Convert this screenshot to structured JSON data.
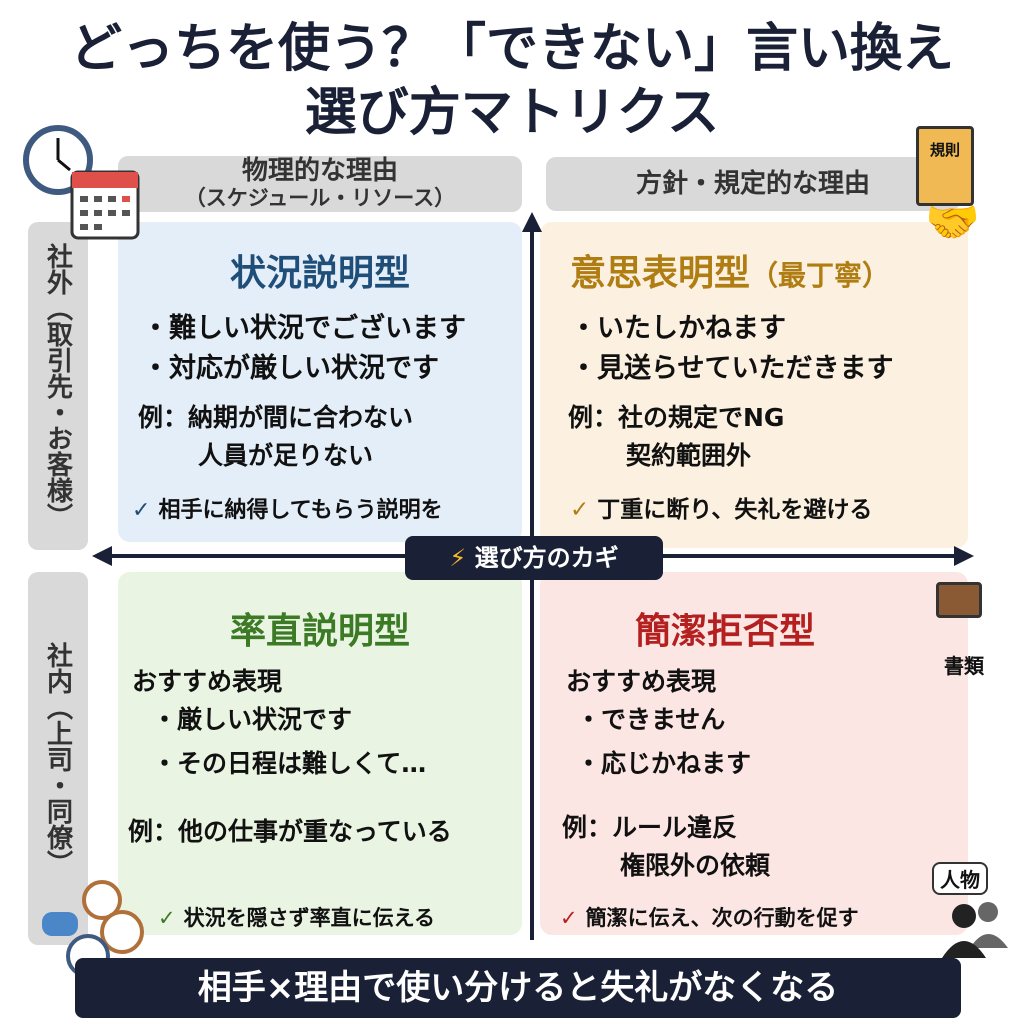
{
  "title": {
    "line1": "どっちを使う？「できない」言い換え",
    "line2": "選び方マトリクス"
  },
  "columns": {
    "physical": "物理的な理由",
    "physical_sub": "（スケジュール・リソース）",
    "policy": "方針・規定的な理由"
  },
  "rows": {
    "external": "社外（取引先・お客様）",
    "internal": "社内（上司・同僚）"
  },
  "quadrants": {
    "tl": {
      "title": "状況説明型",
      "bullets": [
        "・難しい状況でございます",
        "・対応が厳しい状況です"
      ],
      "example": [
        "例：納期が間に合わない",
        "人員が足りない"
      ],
      "tip": "相手に納得してもらう説明を"
    },
    "tr": {
      "title": "意思表明型",
      "title_note": "（最丁寧）",
      "bullets": [
        "・いたしかねます",
        "・見送らせていただきます"
      ],
      "example": [
        "例：社の規定でNG",
        "契約範囲外"
      ],
      "tip": "丁重に断り、失礼を避ける"
    },
    "bl": {
      "title": "率直説明型",
      "heading": "おすすめ表現",
      "bullets": [
        "・厳しい状況です",
        "・その日程は難しくて…"
      ],
      "example": [
        "例：他の仕事が重なっている"
      ],
      "tip": "状況を隠さず率直に伝える"
    },
    "br": {
      "title": "簡潔拒否型",
      "heading": "おすすめ表現",
      "bullets": [
        "・できません",
        "・応じかねます"
      ],
      "example": [
        "例：ルール違反",
        "権限外の依頼"
      ],
      "tip": "簡潔に伝え、次の行動を促す"
    }
  },
  "center_badge": "選び方のカギ",
  "icons": {
    "book_label": "規則",
    "briefcase_label": "書類",
    "people_label": "人物",
    "check": "✓",
    "bolt": "⚡"
  },
  "footer": "相手×理由で使い分けると失礼がなくなる",
  "colors": {
    "navy": "#1a2035",
    "blue": "#1f4e79",
    "gold": "#b07d12",
    "green": "#3c7a25",
    "red": "#b42020"
  }
}
